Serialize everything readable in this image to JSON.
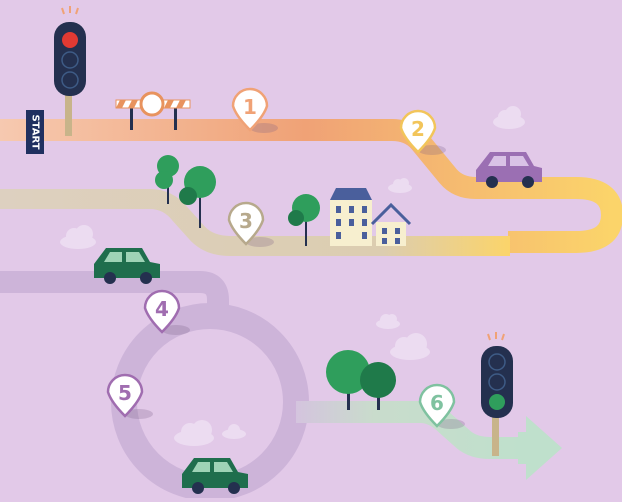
{
  "start_label": "START",
  "colors": {
    "background": "#e2c9e8",
    "road_orange": "#f0a276",
    "road_yellow": "#f9cf5a",
    "road_beige": "#dcd0b6",
    "road_purple": "#cdb4d9",
    "road_green": "#c7ddc9",
    "car_green": "#1f6e4d",
    "car_purple": "#9b6fb3",
    "signal_red": "#e23a33",
    "signal_green": "#2f9e5c"
  },
  "signals": {
    "start": "red-light",
    "finish": "green-light"
  },
  "markers": [
    {
      "label": "1",
      "color": "#f0a276"
    },
    {
      "label": "2",
      "color": "#f2c55a"
    },
    {
      "label": "3",
      "color": "#b7a98c"
    },
    {
      "label": "4",
      "color": "#a06db0"
    },
    {
      "label": "5",
      "color": "#a06db0"
    },
    {
      "label": "6",
      "color": "#7fc2a0"
    }
  ]
}
